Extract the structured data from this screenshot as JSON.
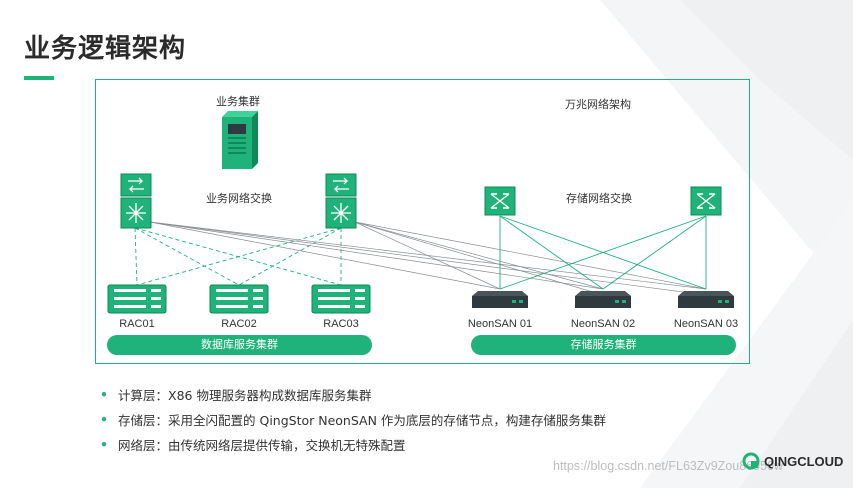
{
  "title": "业务逻辑架构",
  "diagram": {
    "business_cluster_label": "业务集群",
    "biz_switch_label": "业务网络交换",
    "network_arch_label": "万兆网络架构",
    "storage_switch_label": "存储网络交换",
    "db_nodes": [
      "RAC01",
      "RAC02",
      "RAC03"
    ],
    "storage_nodes": [
      "NeonSAN 01",
      "NeonSAN 02",
      "NeonSAN 03"
    ],
    "db_cluster_label": "数据库服务集群",
    "storage_cluster_label": "存储服务集群"
  },
  "bullets": [
    "计算层：X86 物理服务器构成数据库服务集群",
    "存储层：采用全闪配置的 QingStor NeonSAN 作为底层的存储节点，构建存储服务集群",
    "网络层：由传统网络层提供传输，交换机无特殊配置"
  ],
  "logo_text": "QINGCLOUD",
  "watermark": "https://blog.csdn.net/FL63Zv9Zou86950w",
  "colors": {
    "accent": "#1fb27a",
    "dark_green": "#0e8a58",
    "device_dark": "#2f3a3f"
  }
}
